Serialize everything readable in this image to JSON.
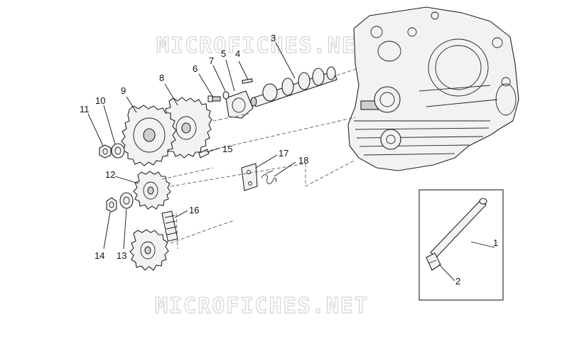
{
  "watermark": {
    "top": "MICROFICHES.NET",
    "bottom": "MICROFICHES.NET"
  },
  "callouts": [
    {
      "id": "1",
      "label": "1"
    },
    {
      "id": "2",
      "label": "2"
    },
    {
      "id": "3",
      "label": "3"
    },
    {
      "id": "4",
      "label": "4"
    },
    {
      "id": "5",
      "label": "5"
    },
    {
      "id": "6",
      "label": "6"
    },
    {
      "id": "7",
      "label": "7"
    },
    {
      "id": "8",
      "label": "8"
    },
    {
      "id": "9",
      "label": "9"
    },
    {
      "id": "10",
      "label": "10"
    },
    {
      "id": "11",
      "label": "11"
    },
    {
      "id": "12",
      "label": "12"
    },
    {
      "id": "13",
      "label": "13"
    },
    {
      "id": "14",
      "label": "14"
    },
    {
      "id": "15",
      "label": "15"
    },
    {
      "id": "16",
      "label": "16"
    },
    {
      "id": "17",
      "label": "17"
    },
    {
      "id": "18",
      "label": "18"
    }
  ]
}
